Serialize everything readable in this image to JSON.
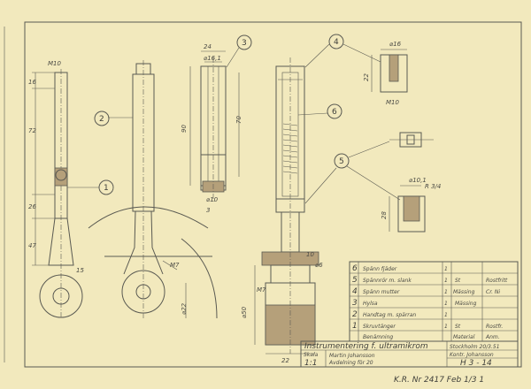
{
  "drawing": {
    "dims": {
      "m10_top": "M10",
      "d16": "16",
      "d72": "72",
      "d26": "26",
      "d47": "47",
      "d15": "15",
      "d24": "24",
      "d161": "⌀16,1",
      "d90": "90",
      "d70": "70",
      "d10": "⌀10",
      "d3": "3",
      "d16b": "⌀16",
      "d22": "22",
      "m10b": "M10",
      "d101": "⌀10,1",
      "r": "R 3/4",
      "d28": "28",
      "d10b": "10",
      "d6": "⌀6",
      "d50": "⌀50",
      "d22b": "⌀22",
      "m7": "M7",
      "m7b": "M7",
      "d22c": "22"
    },
    "balloons": [
      "1",
      "2",
      "3",
      "4",
      "5",
      "6"
    ]
  },
  "parts_list": [
    {
      "no": "6",
      "name": "Spänn fjäder",
      "qty": "1",
      "mat": "",
      "rem": ""
    },
    {
      "no": "5",
      "name": "Spännrör m. slank",
      "qty": "1",
      "mat": "St",
      "rem": "Rostfritt"
    },
    {
      "no": "4",
      "name": "Spänn mutter",
      "qty": "1",
      "mat": "Mässing",
      "rem": "Cr. Ni"
    },
    {
      "no": "3",
      "name": "Hylsa",
      "qty": "1",
      "mat": "",
      "rem": "Mässing"
    },
    {
      "no": "2",
      "name": "Handtag m. spärran",
      "qty": "1",
      "mat": "",
      "rem": ""
    },
    {
      "no": "1",
      "name": "Skruvtänger",
      "qty": "1",
      "mat": "St",
      "rem": "Rostfr."
    },
    {
      "no": "",
      "name": "Benämning",
      "qty": "",
      "mat": "Material",
      "rem": "Anm."
    }
  ],
  "title_block": {
    "title": "Instrumentering f. ultramikrom",
    "scale_label": "Skala",
    "scale": "1:1",
    "drawn": "Martin Johansson",
    "dept": "Avdelning för 20",
    "date": "Stockholm 20/3.51",
    "approved": "Kontr. Johansson",
    "number": "H 3 - 14"
  },
  "footer_stamp": "K.R. Nr 2417 Feb 1/3 1"
}
